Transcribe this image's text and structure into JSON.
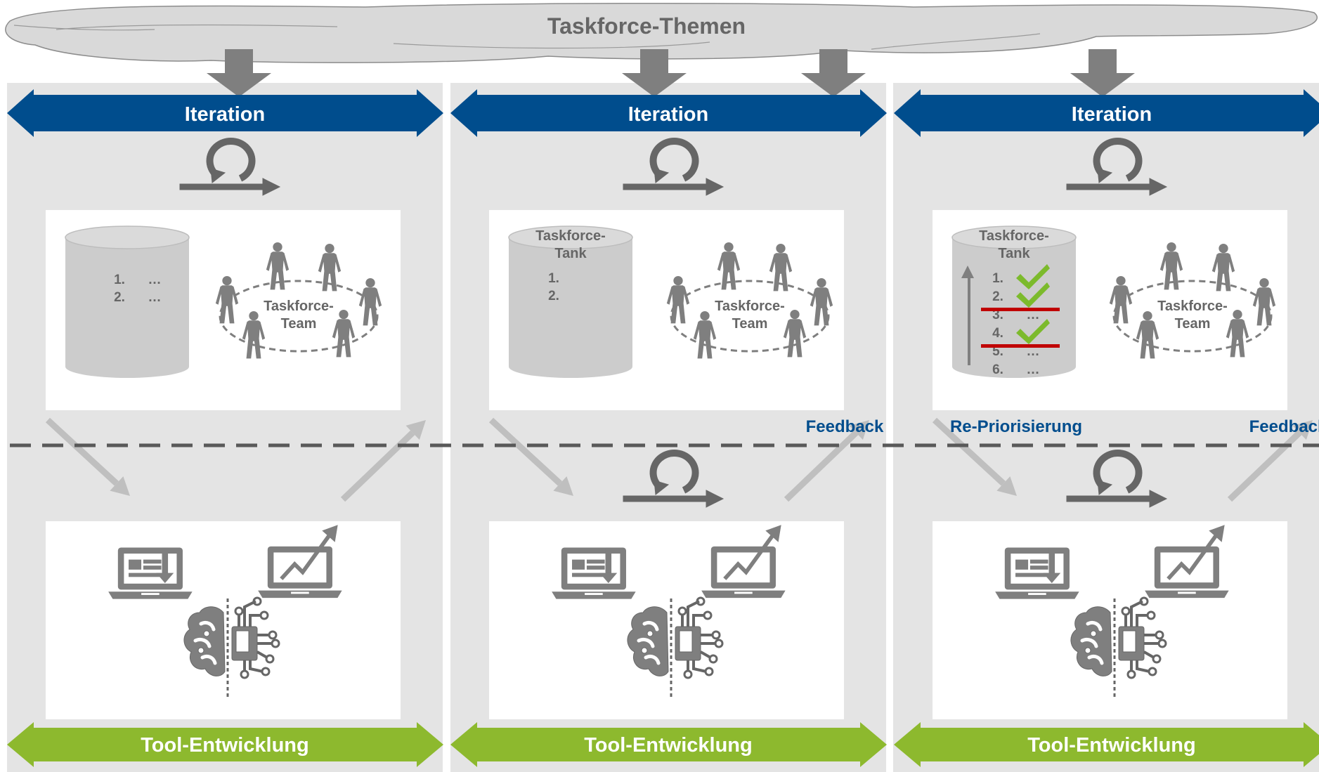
{
  "title": "Taskforce-Themen",
  "colors": {
    "iteration_blue": "#004D8D",
    "tool_green": "#8DB92E",
    "panel_grey": "#E4E4E4",
    "icon_grey": "#7F7F7F",
    "dark_grey": "#666666",
    "cylinder_grey": "#CCCCCC",
    "check_green": "#7CBA2C",
    "strike_red": "#C00000",
    "light_arrow": "#BFBFBF"
  },
  "columns": [
    {
      "iteration_label": "Iteration",
      "tool_label": "Tool-Entwicklung",
      "team_label": [
        "Taskforce-",
        "Team"
      ],
      "tank_label": [],
      "tank_items": [
        {
          "num": "1.",
          "text": "…",
          "check": false,
          "struck": false
        },
        {
          "num": "2.",
          "text": "…",
          "check": false,
          "struck": false
        }
      ],
      "priority_arrow": false,
      "left_label": "",
      "right_label": "",
      "lower_loop": false
    },
    {
      "iteration_label": "Iteration",
      "tool_label": "Tool-Entwicklung",
      "team_label": [
        "Taskforce-",
        "Team"
      ],
      "tank_label": [
        "Taskforce-",
        "Tank"
      ],
      "tank_items": [
        {
          "num": "1.",
          "text": "",
          "check": false,
          "struck": false
        },
        {
          "num": "2.",
          "text": "",
          "check": false,
          "struck": false
        }
      ],
      "priority_arrow": false,
      "left_label": "",
      "right_label": "Feedback",
      "lower_loop": true
    },
    {
      "iteration_label": "Iteration",
      "tool_label": "Tool-Entwicklung",
      "team_label": [
        "Taskforce-",
        "Team"
      ],
      "tank_label": [
        "Taskforce-",
        "Tank"
      ],
      "tank_items": [
        {
          "num": "1.",
          "text": "",
          "check": true,
          "struck": false
        },
        {
          "num": "2.",
          "text": "",
          "check": true,
          "struck": false
        },
        {
          "num": "3.",
          "text": "…",
          "check": false,
          "struck": true
        },
        {
          "num": "4.",
          "text": "",
          "check": true,
          "struck": false
        },
        {
          "num": "5.",
          "text": "…",
          "check": false,
          "struck": true
        },
        {
          "num": "6.",
          "text": "…",
          "check": false,
          "struck": false
        }
      ],
      "priority_arrow": true,
      "left_label": "Re-Priorisierung",
      "right_label": "Feedback",
      "lower_loop": true
    }
  ],
  "icons": {
    "loop": "loop-arrow-icon",
    "tank": "database-cylinder-icon",
    "team": "team-circle-icon",
    "download_laptop": "laptop-download-icon",
    "chart_laptop": "laptop-growth-chart-icon",
    "ai_brain": "ai-brain-chip-icon",
    "check": "check-icon"
  }
}
